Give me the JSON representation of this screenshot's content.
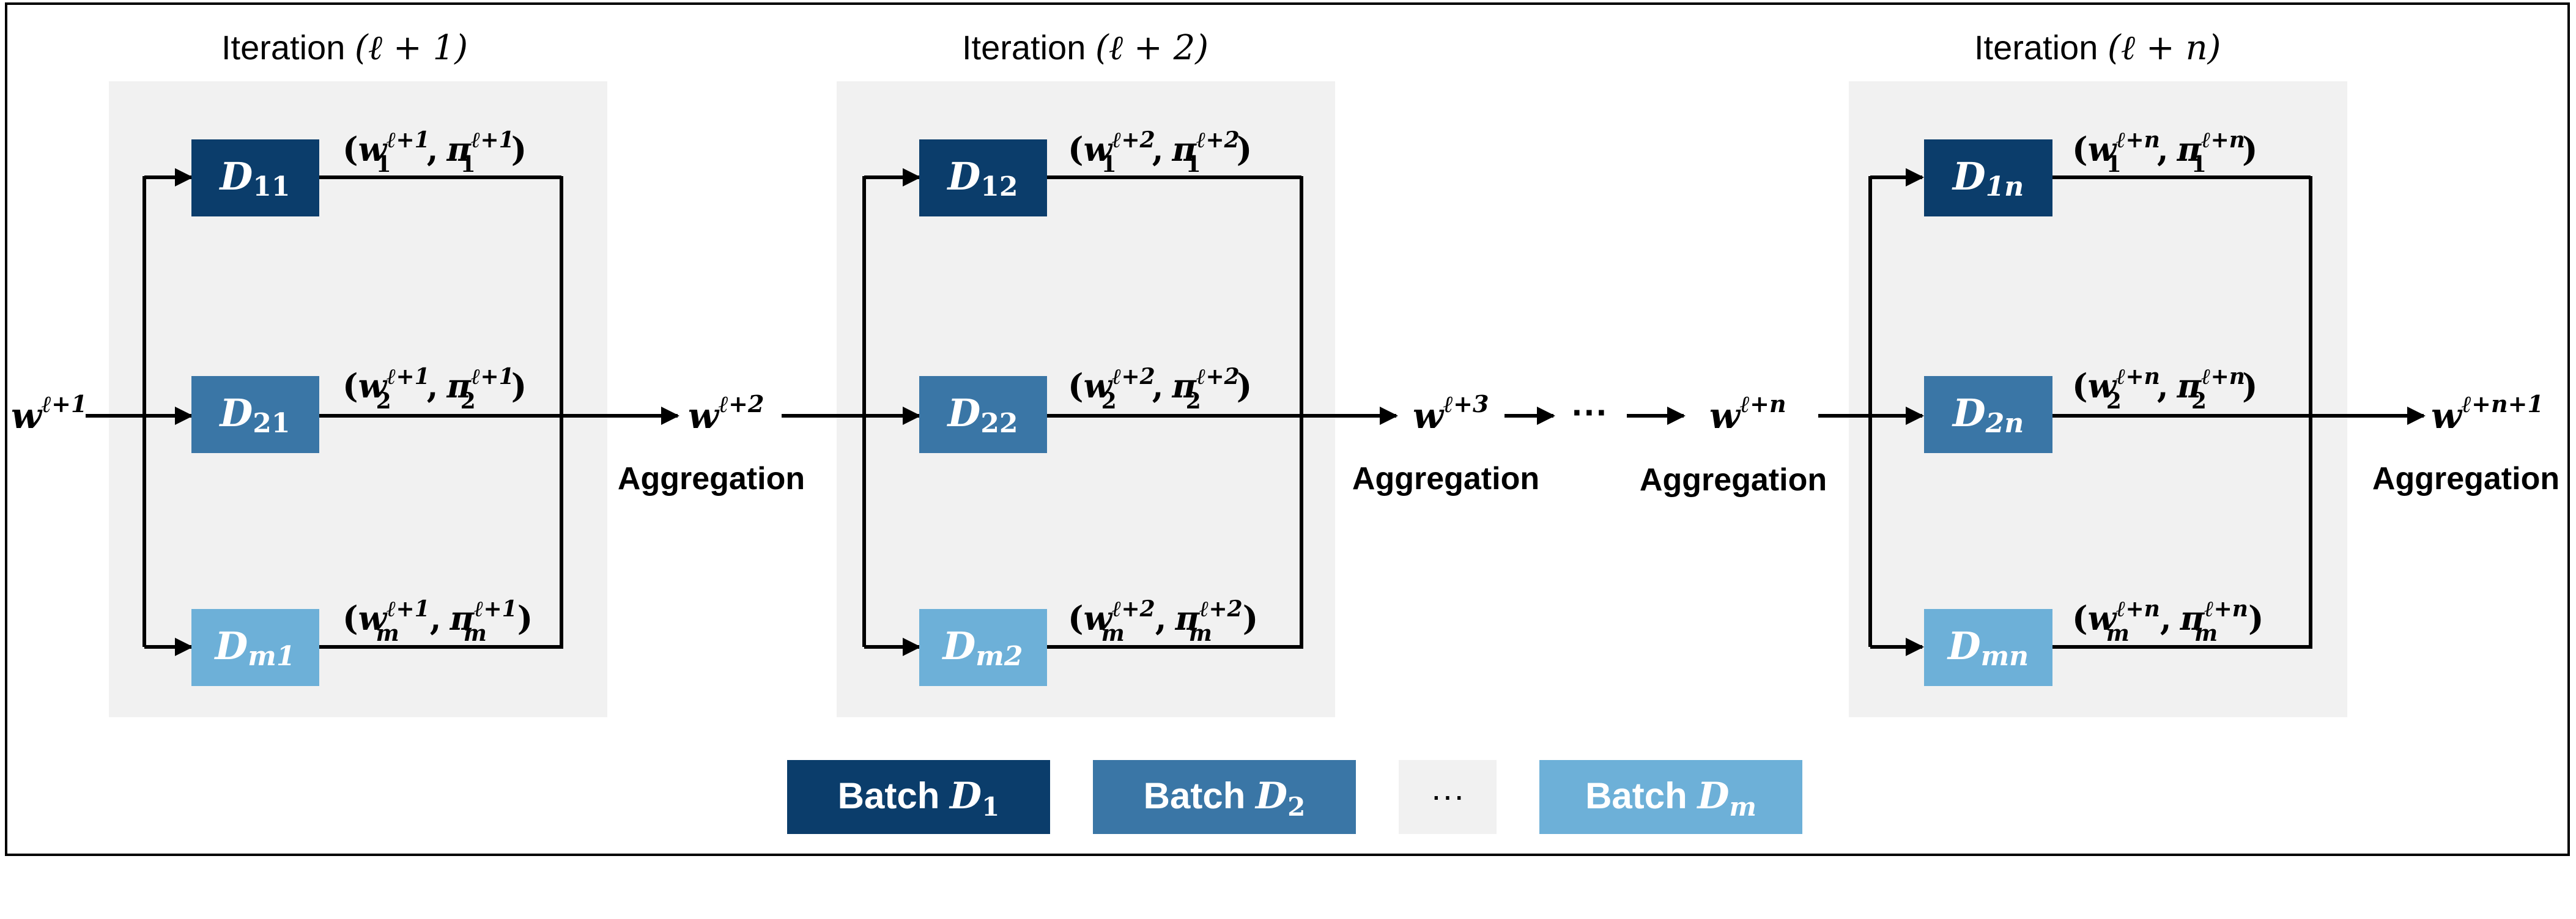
{
  "iterations": [
    {
      "title_prefix": "Iteration ",
      "title_math": "(ℓ + 1)",
      "blocks": [
        {
          "label": "D",
          "sub": "11",
          "out_open": "(",
          "w": "w",
          "w_sub": "1",
          "w_sup": "ℓ+1",
          "pi": "π",
          "pi_sub": "1",
          "pi_sup": "ℓ+1",
          "out_close": ")"
        },
        {
          "label": "D",
          "sub": "21",
          "out_open": "(",
          "w": "w",
          "w_sub": "2",
          "w_sup": "ℓ+1",
          "pi": "π",
          "pi_sub": "2",
          "pi_sup": "ℓ+1",
          "out_close": ")"
        },
        {
          "label": "D",
          "sub": "m1",
          "out_open": "(",
          "w": "w",
          "w_sub": "m",
          "w_sup": "ℓ+1",
          "pi": "π",
          "pi_sub": "m",
          "pi_sup": "ℓ+1",
          "out_close": ")"
        }
      ]
    },
    {
      "title_prefix": "Iteration ",
      "title_math": "(ℓ + 2)",
      "blocks": [
        {
          "label": "D",
          "sub": "12",
          "out_open": "(",
          "w": "w",
          "w_sub": "1",
          "w_sup": "ℓ+2",
          "pi": "π",
          "pi_sub": "1",
          "pi_sup": "ℓ+2",
          "out_close": ")"
        },
        {
          "label": "D",
          "sub": "22",
          "out_open": "(",
          "w": "w",
          "w_sub": "2",
          "w_sup": "ℓ+2",
          "pi": "π",
          "pi_sub": "2",
          "pi_sup": "ℓ+2",
          "out_close": ")"
        },
        {
          "label": "D",
          "sub": "m2",
          "out_open": "(",
          "w": "w",
          "w_sub": "m",
          "w_sup": "ℓ+2",
          "pi": "π",
          "pi_sub": "m",
          "pi_sup": "ℓ+2",
          "out_close": ")"
        }
      ]
    },
    {
      "title_prefix": "Iteration ",
      "title_math": "(ℓ + n)",
      "blocks": [
        {
          "label": "D",
          "sub": "1n",
          "out_open": "(",
          "w": "w",
          "w_sub": "1",
          "w_sup": "ℓ+n",
          "pi": "π",
          "pi_sub": "1",
          "pi_sup": "ℓ+n",
          "out_close": ")"
        },
        {
          "label": "D",
          "sub": "2n",
          "out_open": "(",
          "w": "w",
          "w_sub": "2",
          "w_sup": "ℓ+n",
          "pi": "π",
          "pi_sub": "2",
          "pi_sup": "ℓ+n",
          "out_close": ")"
        },
        {
          "label": "D",
          "sub": "mn",
          "out_open": "(",
          "w": "w",
          "w_sub": "m",
          "w_sup": "ℓ+n",
          "pi": "π",
          "pi_sub": "m",
          "pi_sup": "ℓ+n",
          "out_close": ")"
        }
      ]
    }
  ],
  "weights": [
    {
      "base": "w",
      "sup": "ℓ+1"
    },
    {
      "base": "w",
      "sup": "ℓ+2"
    },
    {
      "base": "w",
      "sup": "ℓ+3"
    },
    {
      "base": "w",
      "sup": "ℓ+n"
    },
    {
      "base": "w",
      "sup": "ℓ+n+1"
    }
  ],
  "aggregation_label": "Aggregation",
  "ellipsis": "···",
  "legend": [
    {
      "prefix": "Batch ",
      "letter": "D",
      "sub": "1",
      "color": "#0b3d6b"
    },
    {
      "prefix": "Batch ",
      "letter": "D",
      "sub": "2",
      "color": "#3a76a6"
    },
    {
      "ellipsis": "···",
      "color": "#f1f1f1"
    },
    {
      "prefix": "Batch ",
      "letter": "D",
      "sub": "m",
      "color": "#6db0d8"
    }
  ],
  "colors": {
    "row1": "#0b3d6b",
    "row2": "#3a76a6",
    "row3": "#6db0d8",
    "panel": "#f1f1f1",
    "line": "#000000"
  }
}
